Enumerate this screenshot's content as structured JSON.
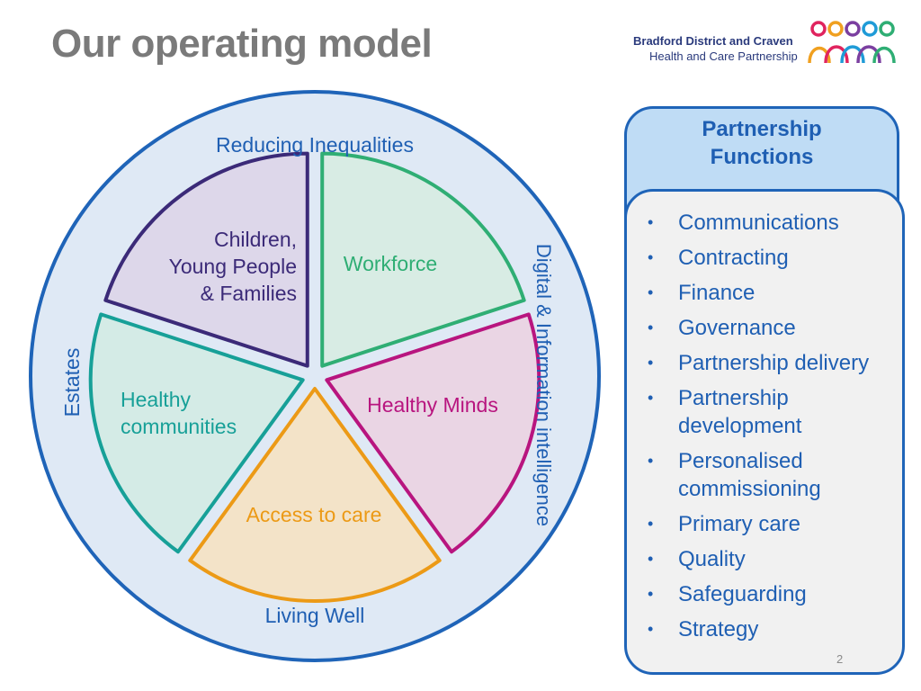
{
  "slide": {
    "title": "Our operating model",
    "page_number": "2"
  },
  "logo": {
    "line1": "Bradford District and Craven",
    "line2": "Health and Care Partnership"
  },
  "model": {
    "outer_labels": {
      "top": "Reducing Inequalities",
      "bottom": "Living Well",
      "left": "Estates",
      "right": "Digital & Information intelligence"
    },
    "segments": [
      {
        "id": "children",
        "lines": [
          "Children,",
          "Young People",
          "& Families"
        ],
        "color": "#3b2a78",
        "fill": "#ddd7ea"
      },
      {
        "id": "workforce",
        "lines": [
          "Workforce"
        ],
        "color": "#2fae74",
        "fill": "#d8ece4"
      },
      {
        "id": "healthy-minds",
        "lines": [
          "Healthy Minds"
        ],
        "color": "#b8157f",
        "fill": "#ead5e4"
      },
      {
        "id": "access-to-care",
        "lines": [
          "Access to care"
        ],
        "color": "#ec9a16",
        "fill": "#f3e3c8"
      },
      {
        "id": "healthy-communities",
        "lines": [
          "Healthy",
          "communities"
        ],
        "color": "#17a098",
        "fill": "#d4ebe6"
      }
    ],
    "colors": {
      "ring": "#1f64b8",
      "ring_fill": "#dfe9f5",
      "label": "#1f5fb3"
    }
  },
  "panel": {
    "title": "Partnership Functions",
    "title_lines": [
      "Partnership",
      "Functions"
    ],
    "items": [
      "Communications",
      "Contracting",
      "Finance",
      "Governance",
      "Partnership delivery",
      "Partnership development",
      "Personalised commissioning",
      "Primary care",
      "Quality",
      "Safeguarding",
      "Strategy"
    ]
  }
}
